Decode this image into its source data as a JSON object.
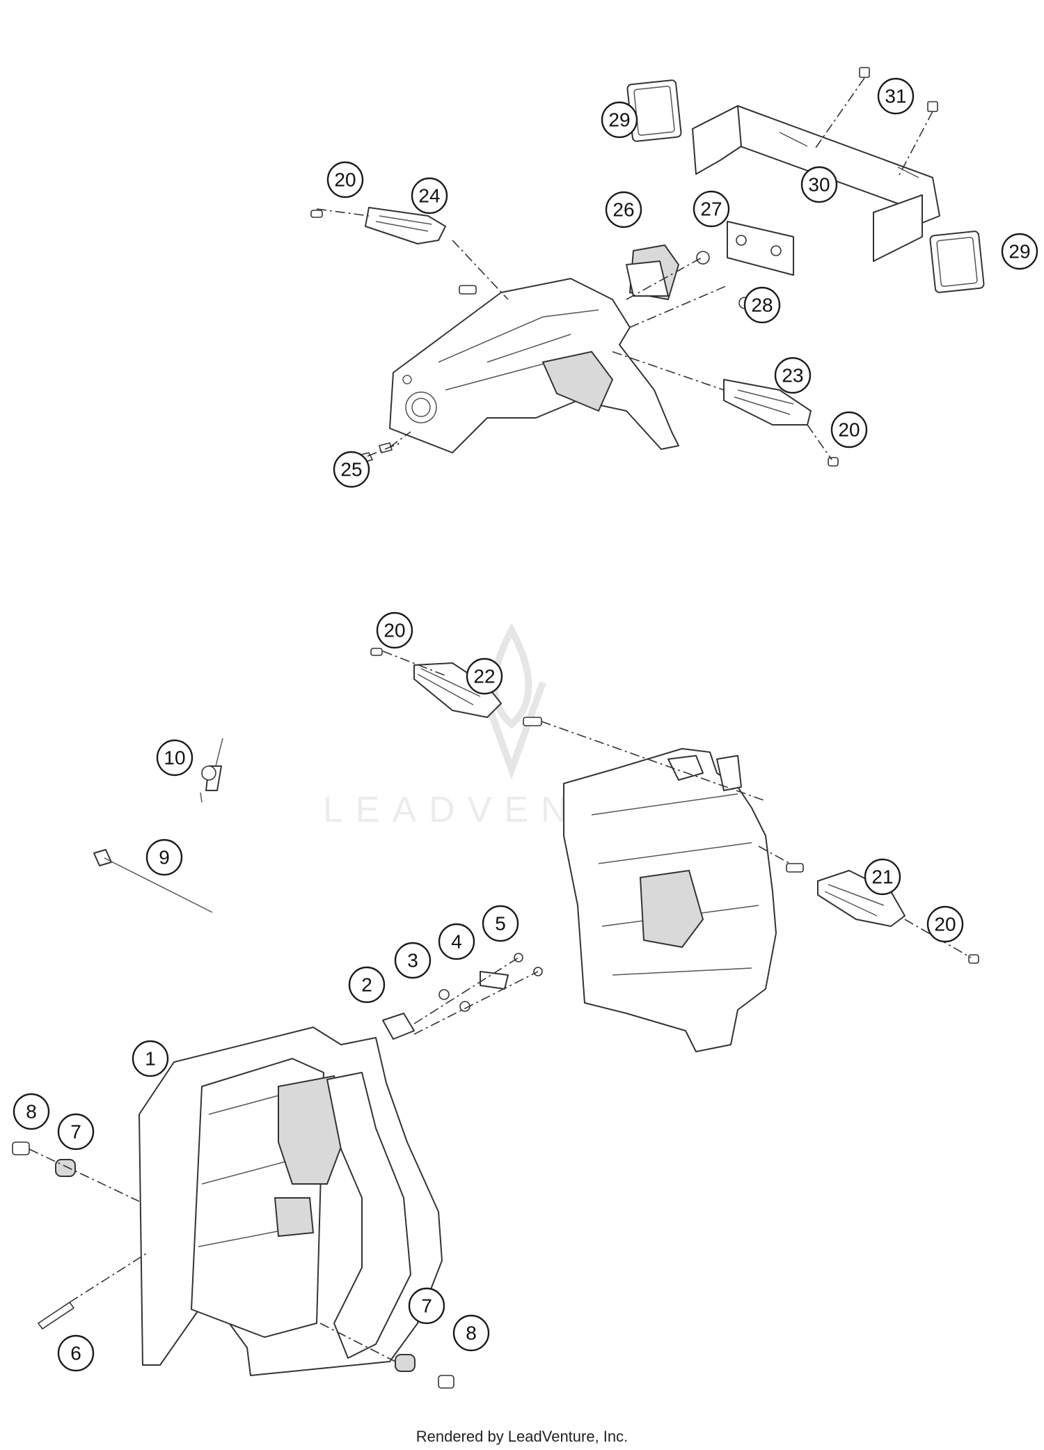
{
  "watermark": {
    "text": "LEADVENTURE"
  },
  "footer": {
    "text": "Rendered by LeadVenture, Inc."
  },
  "callouts": [
    "20",
    "24",
    "26",
    "27",
    "28",
    "29",
    "29",
    "30",
    "31",
    "23",
    "20",
    "25",
    "20",
    "22",
    "21",
    "20",
    "10",
    "9",
    "1",
    "2",
    "3",
    "4",
    "5",
    "7",
    "8",
    "7",
    "8",
    "6"
  ]
}
